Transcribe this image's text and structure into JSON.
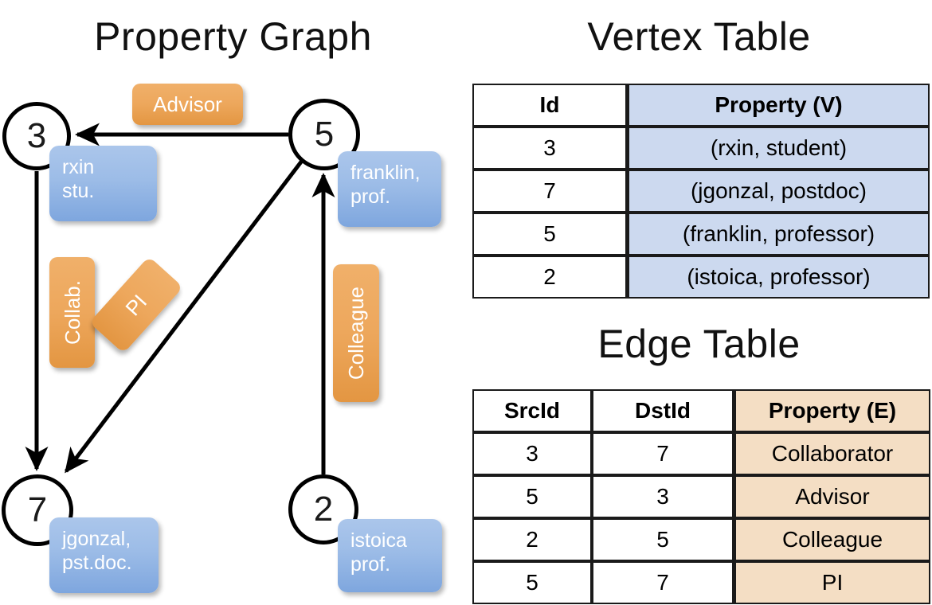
{
  "headings": {
    "property_graph": "Property Graph",
    "vertex_table": "Vertex Table",
    "edge_table": "Edge Table"
  },
  "graph": {
    "nodes": [
      {
        "id": "3",
        "property": "rxin\nstu."
      },
      {
        "id": "5",
        "property": "franklin,\nprof."
      },
      {
        "id": "7",
        "property": "jgonzal,\npst.doc."
      },
      {
        "id": "2",
        "property": "istoica\nprof."
      }
    ],
    "node_labels": {
      "n3": "3",
      "n5": "5",
      "n7": "7",
      "n2": "2"
    },
    "property_boxes": {
      "rxin_line1": "rxin",
      "rxin_line2": "stu.",
      "franklin_line1": "franklin,",
      "franklin_line2": "prof.",
      "jgonzal_line1": "jgonzal,",
      "jgonzal_line2": "pst.doc.",
      "istoica_line1": "istoica",
      "istoica_line2": "prof."
    },
    "edge_labels": {
      "advisor": "Advisor",
      "collab": "Collab.",
      "pi": "PI",
      "colleague": "Colleague"
    },
    "edges": [
      {
        "src": "5",
        "dst": "3",
        "label": "Advisor"
      },
      {
        "src": "3",
        "dst": "7",
        "label": "Collab."
      },
      {
        "src": "5",
        "dst": "7",
        "label": "PI"
      },
      {
        "src": "2",
        "dst": "5",
        "label": "Colleague"
      }
    ]
  },
  "vertex_table": {
    "columns": [
      "Id",
      "Property (V)"
    ],
    "rows": [
      {
        "id": "3",
        "property": "(rxin, student)"
      },
      {
        "id": "7",
        "property": "(jgonzal, postdoc)"
      },
      {
        "id": "5",
        "property": "(franklin, professor)"
      },
      {
        "id": "2",
        "property": "(istoica, professor)"
      }
    ]
  },
  "edge_table": {
    "columns": [
      "SrcId",
      "DstId",
      "Property (E)"
    ],
    "rows": [
      {
        "src": "3",
        "dst": "7",
        "property": "Collaborator"
      },
      {
        "src": "5",
        "dst": "3",
        "property": "Advisor"
      },
      {
        "src": "2",
        "dst": "5",
        "property": "Colleague"
      },
      {
        "src": "5",
        "dst": "7",
        "property": "PI"
      }
    ]
  },
  "colors": {
    "vertex_property_fill": "#ccd9ef",
    "edge_property_fill": "#f4dec4",
    "node_box_blue": "#9cbce7",
    "edge_label_orange": "#eda75c",
    "stroke": "#1a1a1a"
  }
}
